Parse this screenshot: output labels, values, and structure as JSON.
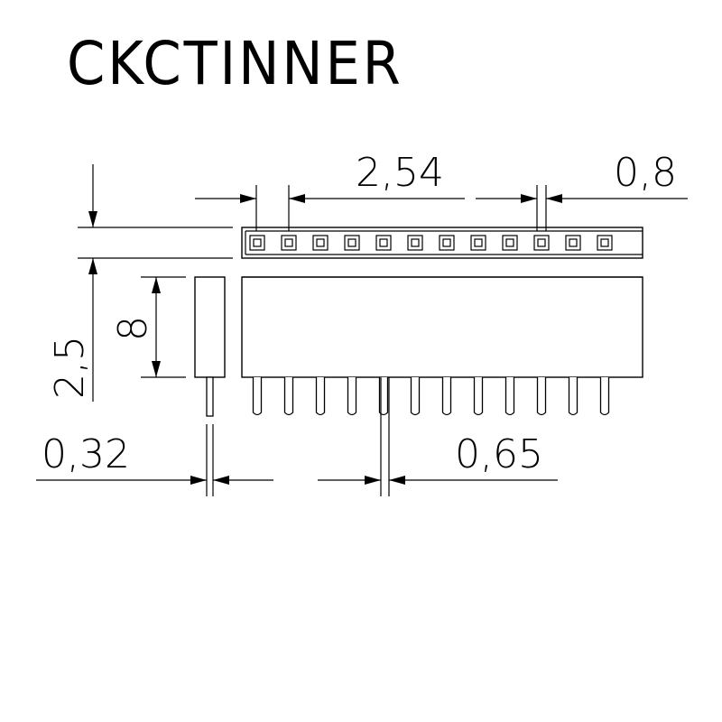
{
  "brand": {
    "text": "CKCTINNER"
  },
  "dimensions": {
    "pitch": "2,54",
    "hole_width": "0,8",
    "row_height": "2,5",
    "body_height": "8",
    "pin_thickness": "0,32",
    "pin_width": "0,65"
  },
  "colors": {
    "line": "#000000",
    "background": "#ffffff"
  }
}
